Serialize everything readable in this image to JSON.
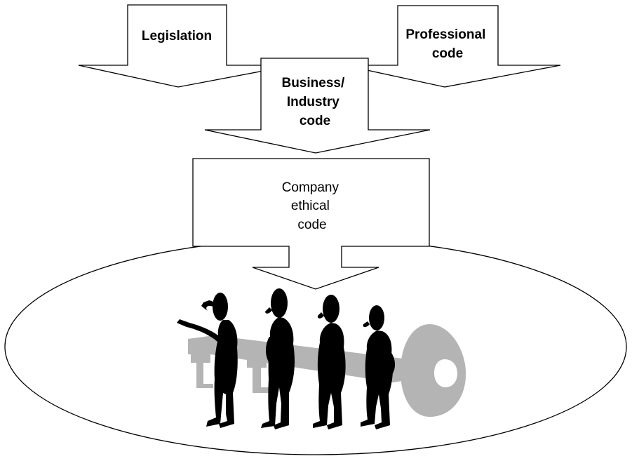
{
  "arrows": {
    "legislation": {
      "lines": [
        "Legislation"
      ]
    },
    "professional": {
      "lines": [
        "Professional",
        "code"
      ]
    },
    "business": {
      "lines": [
        "Business/",
        "Industry",
        "code"
      ]
    },
    "company": {
      "lines": [
        "Company",
        "ethical",
        "code"
      ]
    }
  },
  "illustration": {
    "people_count": 4,
    "object": "key-icon"
  }
}
